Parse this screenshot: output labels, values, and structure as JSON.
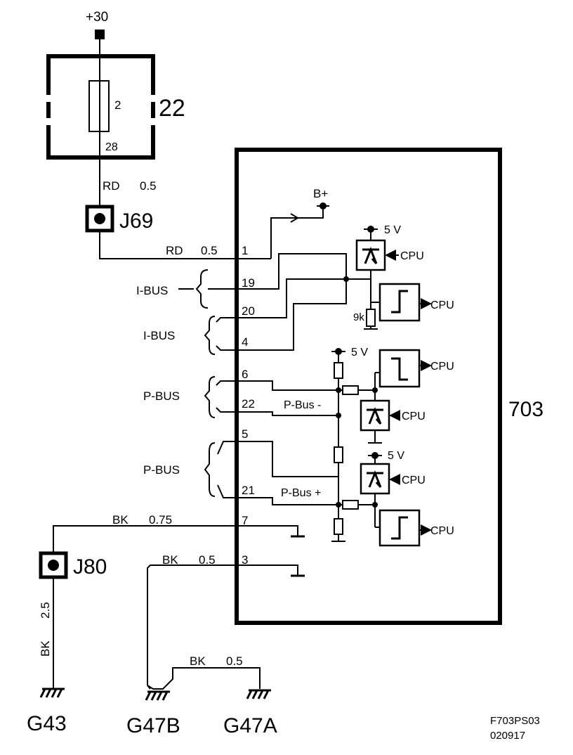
{
  "supply": {
    "label": "+30"
  },
  "fuse_box": {
    "id": "22",
    "fuse_number": "2",
    "pin": "28"
  },
  "wires": {
    "top": {
      "color": "RD",
      "size": "0.5"
    },
    "to_pin1": {
      "color": "RD",
      "size": "0.5"
    },
    "ground_7": {
      "color": "BK",
      "size": "0.75"
    },
    "ground_3": {
      "color": "BK",
      "size": "0.5"
    },
    "g43_wire": {
      "color": "BK",
      "size": "2.5"
    },
    "g47_link": {
      "color": "BK",
      "size": "0.5"
    }
  },
  "connectors": {
    "j69": "J69",
    "j80": "J80"
  },
  "module": {
    "id": "703",
    "bplus": "B+"
  },
  "pins": [
    "1",
    "19",
    "20",
    "4",
    "6",
    "22",
    "5",
    "21",
    "7",
    "3"
  ],
  "bus_labels": [
    "I-BUS",
    "I-BUS",
    "P-BUS",
    "P-BUS"
  ],
  "internal": {
    "five_v": "5 V",
    "cpu": "CPU",
    "resistor_9k": "9k",
    "pbus_minus": "P-Bus -",
    "pbus_plus": "P-Bus +"
  },
  "grounds": {
    "g43": "G43",
    "g47b": "G47B",
    "g47a": "G47A"
  },
  "reference": {
    "code": "F703PS03",
    "date": "020917"
  }
}
